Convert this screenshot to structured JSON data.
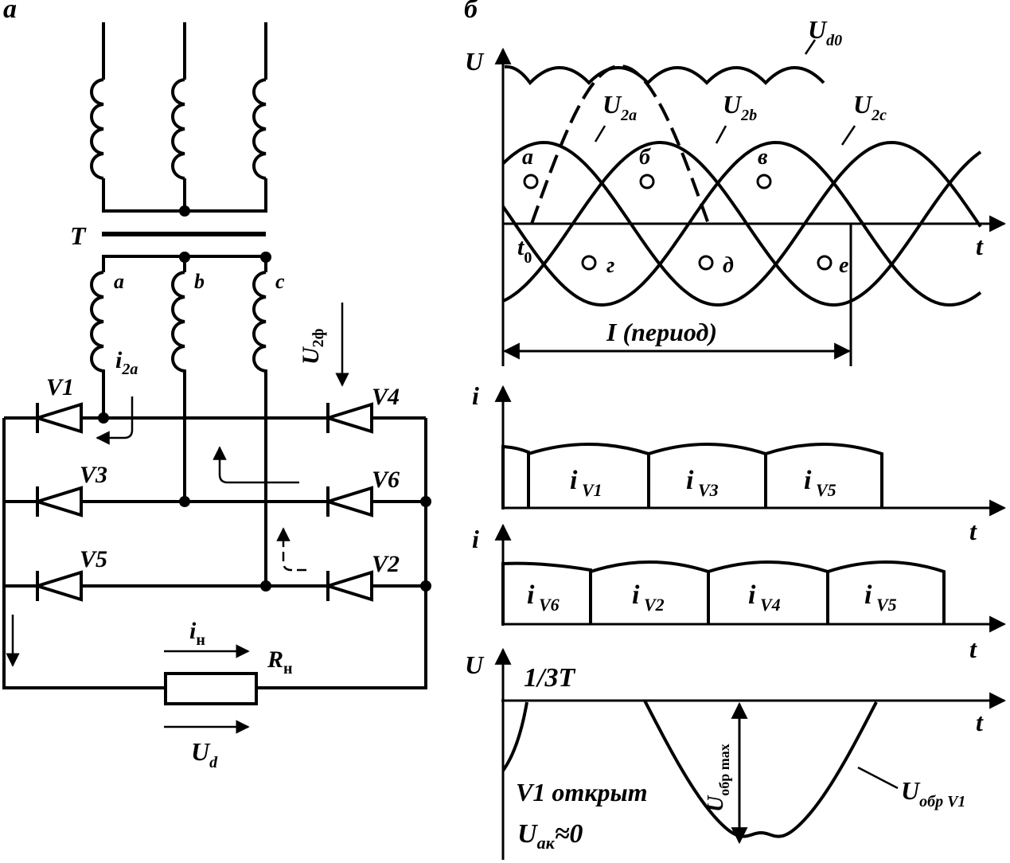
{
  "panel_a": {
    "label": "а",
    "transformer": "T",
    "phases": [
      "a",
      "b",
      "c"
    ],
    "current_i2a": "i",
    "current_i2a_sub": "2a",
    "voltage_u2f": "U",
    "voltage_u2f_sub": "2ф",
    "diodes": [
      "V1",
      "V3",
      "V5",
      "V4",
      "V6",
      "V2"
    ],
    "load_current": "i",
    "load_current_sub": "н",
    "load": "R",
    "load_sub": "н",
    "out_voltage": "U",
    "out_voltage_sub": "d"
  },
  "panel_b": {
    "label": "б",
    "u_axis": "U",
    "t_axis": "t",
    "ud0": "U",
    "ud0_sub": "d0",
    "u2a": "U",
    "u2a_sub": "2a",
    "u2b": "U",
    "u2b_sub": "2b",
    "u2c": "U",
    "u2c_sub": "2c",
    "t0": "t",
    "t0_sub": "0",
    "points_top": [
      "а",
      "б",
      "в"
    ],
    "points_bottom": [
      "г",
      "д",
      "е"
    ],
    "period": "I (период)",
    "i_axis_1": "i",
    "i_axis_2": "i",
    "currents_upper": [
      {
        "main": "i",
        "sub": "V1"
      },
      {
        "main": "i",
        "sub": "V3"
      },
      {
        "main": "i",
        "sub": "V5"
      }
    ],
    "currents_lower": [
      {
        "main": "i",
        "sub": "V6"
      },
      {
        "main": "i",
        "sub": "V2"
      },
      {
        "main": "i",
        "sub": "V4"
      },
      {
        "main": "i",
        "sub": "V5"
      }
    ],
    "u_axis_3": "U",
    "third_period": "1/3T",
    "t_axis_1": "t",
    "t_axis_2": "t",
    "t_axis_3": "t",
    "t_axis_4": "t",
    "uobr_max": "U",
    "uobr_max_sub": "обр max",
    "uobr_v1": "U",
    "uobr_v1_sub": "обр V1",
    "v1_open": "V1 открыт",
    "uak": "U",
    "uak_sub": "ак",
    "uak_val": "≈0"
  }
}
